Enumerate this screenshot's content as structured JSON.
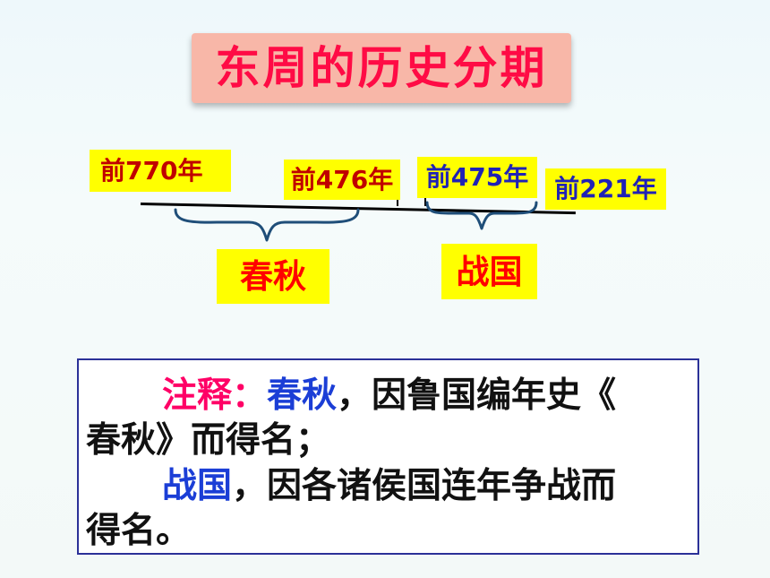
{
  "slide": {
    "title": "东周的历史分期"
  },
  "timeline": {
    "years": {
      "y770": "前770年",
      "y476": "前476年",
      "y475": "前475年",
      "y221": "前221年"
    },
    "periods": {
      "chunqiu": "春秋",
      "zhanguo": "战国"
    }
  },
  "note": {
    "line1_prefix": "注释：",
    "line1_term": "春秋",
    "line1_rest": "，因鲁国编年史《",
    "line2": "春秋》而得名；",
    "line3_term": "战国",
    "line3_rest": "，因各诸侯国连年争战而",
    "line4": "得名。"
  },
  "colors": {
    "title_bg": "#f8b7a8",
    "title_text": "#ff0b45",
    "highlight": "#ffff00",
    "year_red": "#c00000",
    "year_blue": "#2022b6",
    "note_border": "#2b3198",
    "note_pink": "#ff0066",
    "note_blue": "#1b3ed6"
  }
}
